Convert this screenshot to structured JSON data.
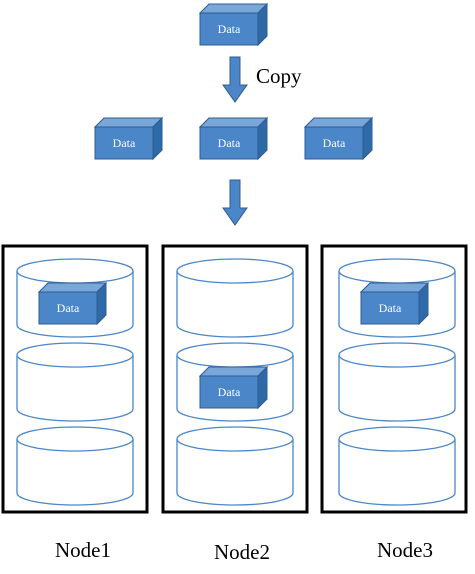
{
  "diagram": {
    "box_label": "Data",
    "copy_label": "Copy",
    "nodes": [
      {
        "label": "Node1"
      },
      {
        "label": "Node2"
      },
      {
        "label": "Node3"
      }
    ]
  },
  "colors": {
    "box_front": "#4a86c8",
    "box_top": "#7aa7da",
    "box_side": "#2f6aa8",
    "box_stroke": "#2e5c8e",
    "arrow": "#4a86c8",
    "disk_stroke": "#4a86c8",
    "node_border": "#000000"
  }
}
